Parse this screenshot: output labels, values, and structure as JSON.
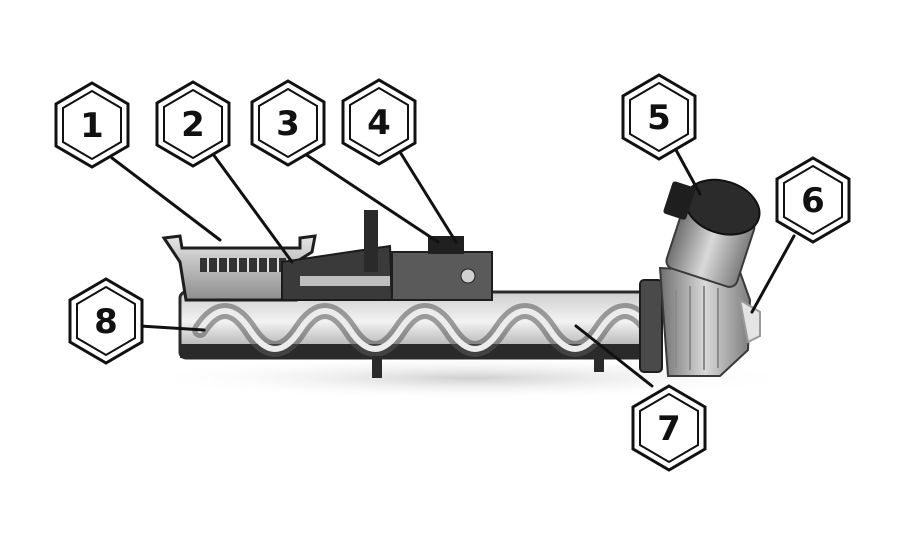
{
  "callouts": [
    {
      "id": "1",
      "label": "1"
    },
    {
      "id": "2",
      "label": "2"
    },
    {
      "id": "3",
      "label": "3"
    },
    {
      "id": "4",
      "label": "4"
    },
    {
      "id": "5",
      "label": "5"
    },
    {
      "id": "6",
      "label": "6"
    },
    {
      "id": "7",
      "label": "7"
    },
    {
      "id": "8",
      "label": "8"
    }
  ],
  "colors": {
    "badge_fill": "#ffffff",
    "badge_stroke": "#111111",
    "leader": "#111111",
    "body_dark": "#2a2a2a",
    "body_mid": "#7a7a7a",
    "body_light": "#d8d8d8"
  }
}
